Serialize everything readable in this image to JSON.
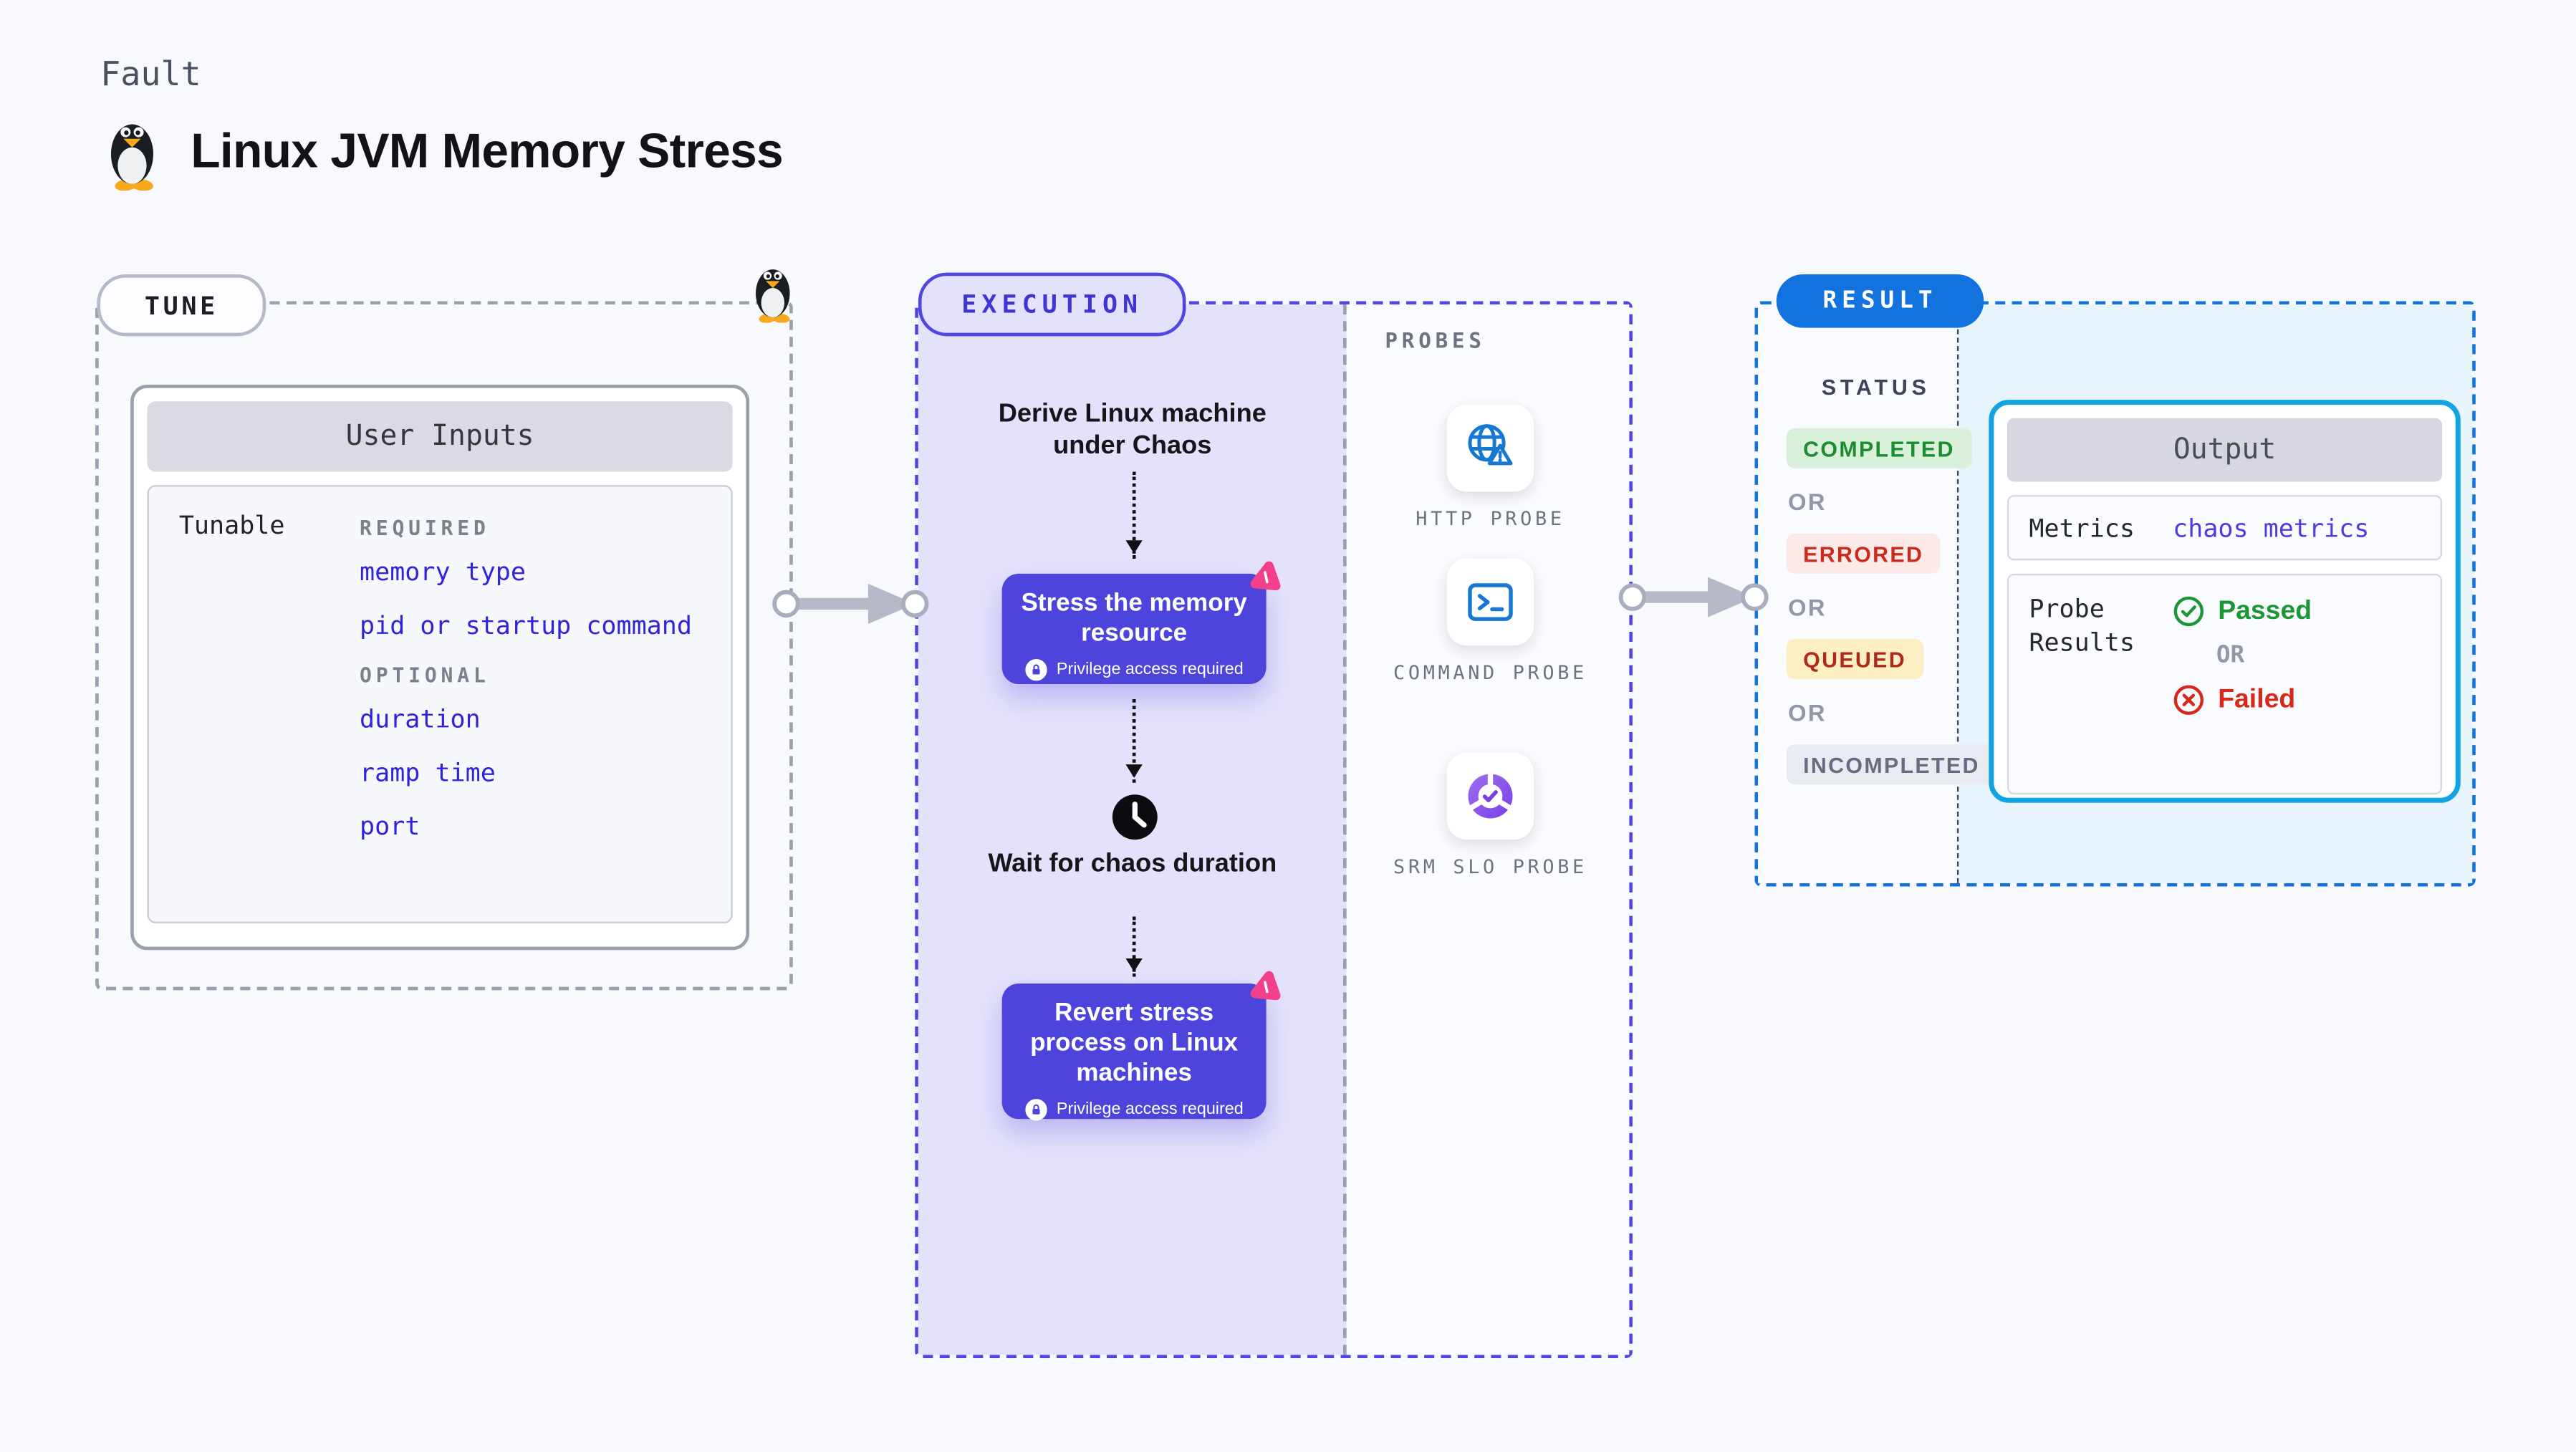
{
  "page": {
    "eyebrow": "Fault",
    "title": "Linux JVM Memory Stress"
  },
  "colors": {
    "accent_indigo": "#4f46e5",
    "node_indigo": "#4d44dc",
    "link_blue": "#3023dd",
    "result_blue": "#1273de",
    "output_border_cyan": "#12a3e3",
    "output_bg": "#e7f4fc",
    "execution_bg": "#e4e2fb",
    "litmus_pink": "#f4408a",
    "probe_icon_blue": "#1778d2",
    "passed_green": "#1d9636",
    "failed_red": "#d7281a"
  },
  "tune": {
    "badge": "TUNE",
    "card_title": "User Inputs",
    "row_label": "Tunable",
    "groups": [
      {
        "label": "REQUIRED",
        "items": [
          "memory type",
          "pid or startup command"
        ]
      },
      {
        "label": "OPTIONAL",
        "items": [
          "duration",
          "ramp time",
          "port"
        ]
      }
    ]
  },
  "execution": {
    "badge": "EXECUTION",
    "derive_label": "Derive Linux machine under Chaos",
    "stress": {
      "title": "Stress the memory resource",
      "note": "Privilege access required"
    },
    "wait_label": "Wait for chaos duration",
    "revert": {
      "title": "Revert stress process on Linux machines",
      "note": "Privilege access required"
    }
  },
  "probes": {
    "label": "PROBES",
    "items": [
      {
        "name": "HTTP PROBE",
        "icon": "globe-alert-icon"
      },
      {
        "name": "COMMAND PROBE",
        "icon": "terminal-icon"
      },
      {
        "name": "SRM SLO PROBE",
        "icon": "slo-wheel-icon"
      }
    ]
  },
  "result": {
    "badge": "RESULT",
    "status_label": "STATUS",
    "or_label": "OR",
    "statuses": [
      {
        "label": "COMPLETED",
        "bg": "#d9f1da",
        "color": "#1c8b31"
      },
      {
        "label": "ERRORED",
        "bg": "#fceae8",
        "color": "#cc291c"
      },
      {
        "label": "QUEUED",
        "bg": "#fdefc4",
        "color": "#b02a1c"
      },
      {
        "label": "INCOMPLETED",
        "bg": "#e9ebf3",
        "color": "#676c80"
      }
    ],
    "output": {
      "title": "Output",
      "metrics_label": "Metrics",
      "metrics_value": "chaos metrics",
      "probe_results_label": "Probe Results",
      "passed": "Passed",
      "or_label": "OR",
      "failed": "Failed"
    }
  }
}
